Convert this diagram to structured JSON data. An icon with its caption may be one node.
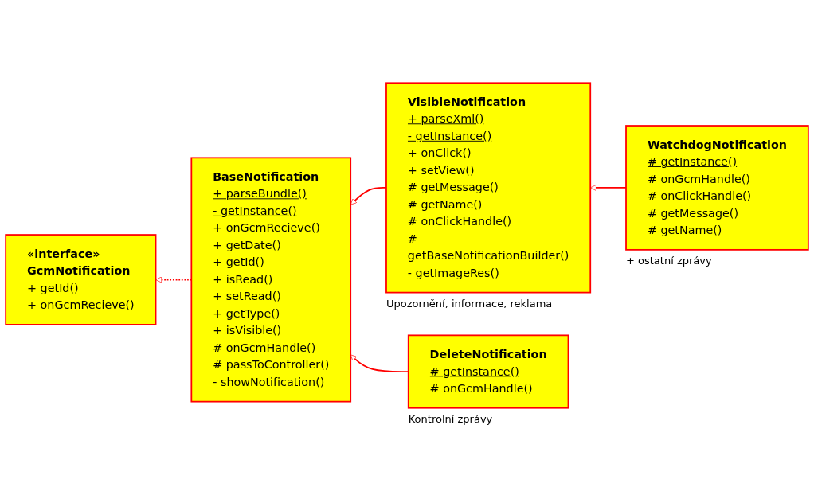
{
  "diagram": {
    "nodes": [
      {
        "text": [
          "«interface»",
          "GcmNotification",
          "+ getId()",
          "+ onGcmRecieve()"
        ]
      },
      {
        "text": [
          "BaseNotification",
          "+ parseBundle()",
          "- getInstance()",
          "+ onGcmRecieve()",
          "+ getDate()",
          "+ getId()",
          "+ isRead()",
          "+ setRead()",
          "+ getType()",
          "+ isVisible()",
          "# onGcmHandle()",
          "# passToController()",
          "- showNotification()"
        ]
      },
      {
        "text": [
          "VisibleNotification",
          "+ parseXml()",
          "- getInstance()",
          "+ onClick()",
          "+ setView()",
          "# getMessage()",
          "# getName()",
          "# onClickHandle()",
          "# getBaseNotificationBuilder()",
          "- getImageRes()"
        ],
        "beside": [
          "Upozornění, informace, reklama"
        ]
      },
      {
        "text": [
          "DeleteNotification",
          "# getInstance()",
          "# onGcmHandle()"
        ],
        "beside": [
          "Kontrolní zprávy"
        ]
      },
      {
        "text": [
          "WatchdogNotification",
          "# getInstance()",
          "# onGcmHandle()",
          "# onClickHandle()",
          "# getMessage()",
          "# getName()"
        ],
        "beside": [
          "+ ostatní zprávy"
        ]
      }
    ],
    "edges": [
      {
        "from": 1,
        "to": 0,
        "arrow": "to",
        "style": "dashed"
      },
      {
        "from": 2,
        "to": 1,
        "arrow": "to"
      },
      {
        "from": 3,
        "to": 1,
        "arrow": "to"
      },
      {
        "from": 4,
        "to": 2,
        "arrow": "to"
      }
    ]
  }
}
